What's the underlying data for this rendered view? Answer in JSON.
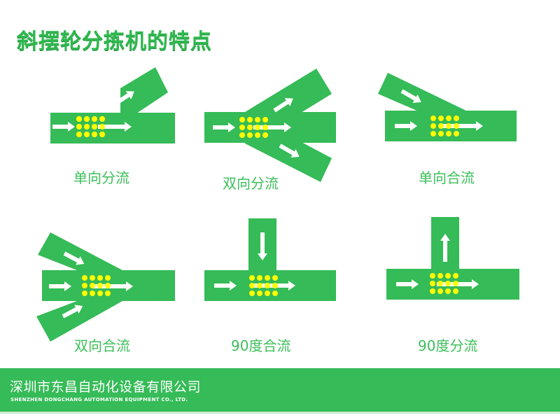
{
  "slide": {
    "title": "斜摆轮分拣机的特点",
    "colors": {
      "brand_green": "#35bb57",
      "roller_yellow": "#ffff00",
      "arrow_white": "#ffffff",
      "caption_green": "#3cbf5a"
    }
  },
  "diagrams": [
    {
      "id": "single-divert",
      "caption": "单向分流",
      "icon": "single-direction-divert-icon"
    },
    {
      "id": "double-divert",
      "caption": "双向分流",
      "icon": "double-direction-divert-icon"
    },
    {
      "id": "single-merge",
      "caption": "单向合流",
      "icon": "single-direction-merge-icon"
    },
    {
      "id": "double-merge",
      "caption": "双向合流",
      "icon": "double-direction-merge-icon"
    },
    {
      "id": "ninety-merge",
      "caption": "90度合流",
      "icon": "ninety-degree-merge-icon"
    },
    {
      "id": "ninety-divert",
      "caption": "90度分流",
      "icon": "ninety-degree-divert-icon"
    }
  ],
  "footer": {
    "company_cn": "深圳市东昌自动化设备有限公司",
    "company_en": "SHENZHEN DONGCHANG AUTOMATION EQUIPMENT CO., LTD."
  }
}
